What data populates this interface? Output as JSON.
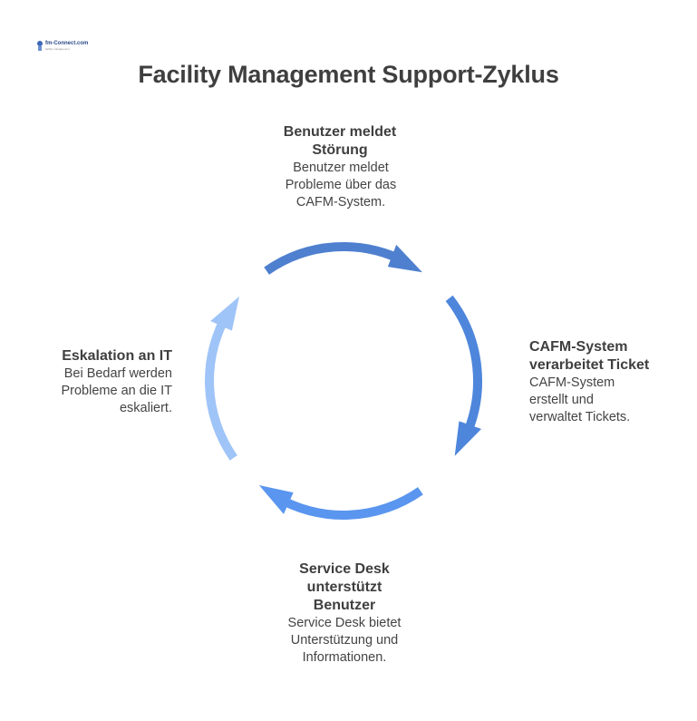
{
  "logo": {
    "text": "fm-Connect.com",
    "subtitle": "facility management"
  },
  "title": "Facility Management Support-Zyklus",
  "steps": [
    {
      "id": "top",
      "heading_lines": [
        "Benutzer meldet",
        "Störung"
      ],
      "desc_lines": [
        "Benutzer meldet",
        "Probleme über das",
        "CAFM-System."
      ],
      "color": "#4f80cf"
    },
    {
      "id": "right",
      "heading_lines": [
        "CAFM-System",
        "verarbeitet Ticket"
      ],
      "desc_lines": [
        "CAFM-System",
        "erstellt und",
        "verwaltet Tickets."
      ],
      "color": "#4e86dc"
    },
    {
      "id": "bottom",
      "heading_lines": [
        "Service Desk",
        "unterstützt",
        "Benutzer"
      ],
      "desc_lines": [
        "Service Desk bietet",
        "Unterstützung und",
        "Informationen."
      ],
      "color": "#5a95ef"
    },
    {
      "id": "left",
      "heading_lines": [
        "Eskalation an IT"
      ],
      "desc_lines": [
        "Bei Bedarf werden",
        "Probleme an die IT",
        "eskaliert."
      ],
      "color": "#9fc4f8"
    }
  ]
}
